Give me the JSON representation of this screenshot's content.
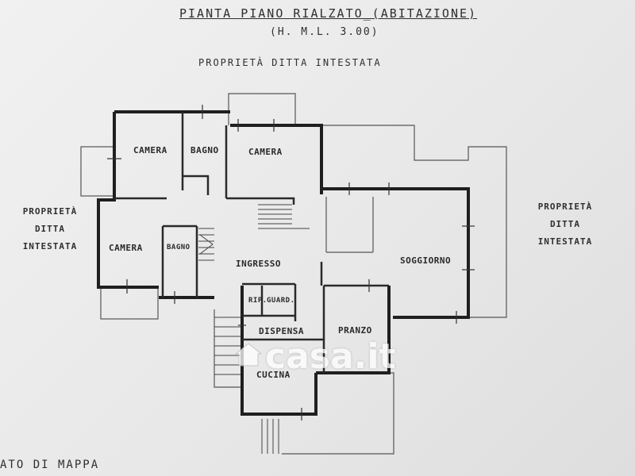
{
  "header": {
    "title": "PIANTA  PIANO RIALZATO_(ABITAZIONE)",
    "subtitle": "(H. M.L. 3.00)",
    "top_property": "PROPRIETÀ  DITTA  INTESTATA"
  },
  "side_labels": {
    "left": [
      "PROPRIETÀ",
      "DITTA",
      "INTESTATA"
    ],
    "right": [
      "PROPRIETÀ",
      "DITTA",
      "INTESTATA"
    ]
  },
  "rooms": {
    "camera_1": "CAMERA",
    "bagno_1": "BAGNO",
    "camera_2": "CAMERA",
    "camera_3": "CAMERA",
    "bagno_2": "BAGNO",
    "ingresso": "INGRESSO",
    "soggiorno": "SOGGIORNO",
    "rip": "RIP.",
    "guard": "GUARD.",
    "dispensa": "DISPENSA",
    "pranzo": "PRANZO",
    "cucina": "CUCINA"
  },
  "footer": "ATO DI MAPPA",
  "watermark": "casa.it",
  "colors": {
    "wall": "#1f1f1f",
    "line": "#555555",
    "paper": "#ececec"
  }
}
